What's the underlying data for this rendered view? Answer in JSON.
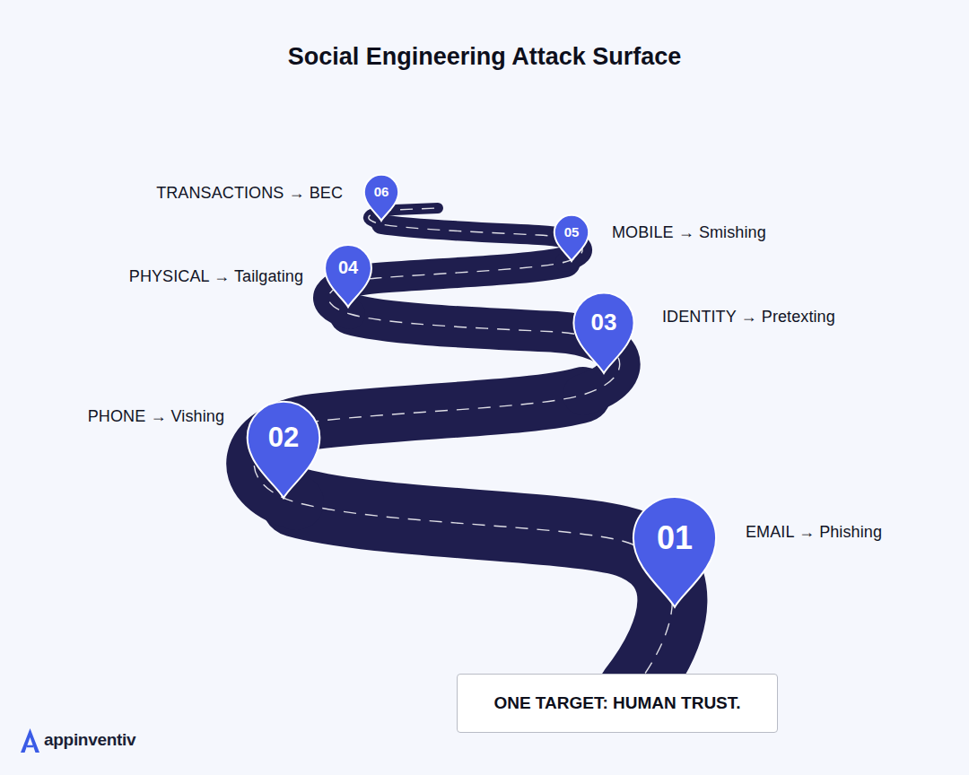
{
  "diagram": {
    "title": "Social Engineering Attack Surface",
    "nodes": [
      {
        "text": [
          "01",
          "EMAIL → Phishing"
        ]
      },
      {
        "text": [
          "02",
          "PHONE → Vishing"
        ]
      },
      {
        "text": [
          "03",
          "IDENTITY → Pretexting"
        ]
      },
      {
        "text": [
          "04",
          "PHYSICAL → Tailgating"
        ]
      },
      {
        "text": [
          "05",
          "MOBILE → Smishing"
        ]
      },
      {
        "text": [
          "06",
          "TRANSACTIONS → BEC"
        ]
      },
      {
        "text": [
          "ONE TARGET: HUMAN TRUST."
        ]
      }
    ],
    "labels": [
      "appinventiv"
    ]
  }
}
